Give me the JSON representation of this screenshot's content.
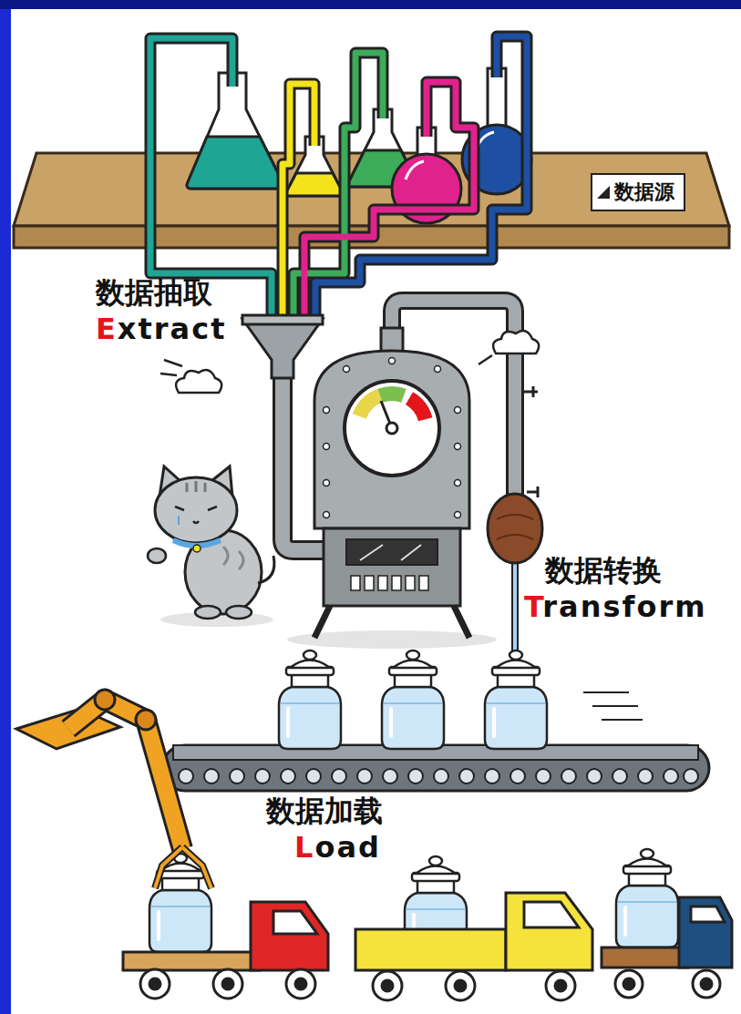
{
  "diagram": {
    "nodes": [
      {
        "text": [
          "数据源"
        ]
      }
    ],
    "labels": [
      "数据抽取",
      "Extract",
      "数据转换",
      "Transform",
      "数据加载",
      "Load"
    ]
  }
}
